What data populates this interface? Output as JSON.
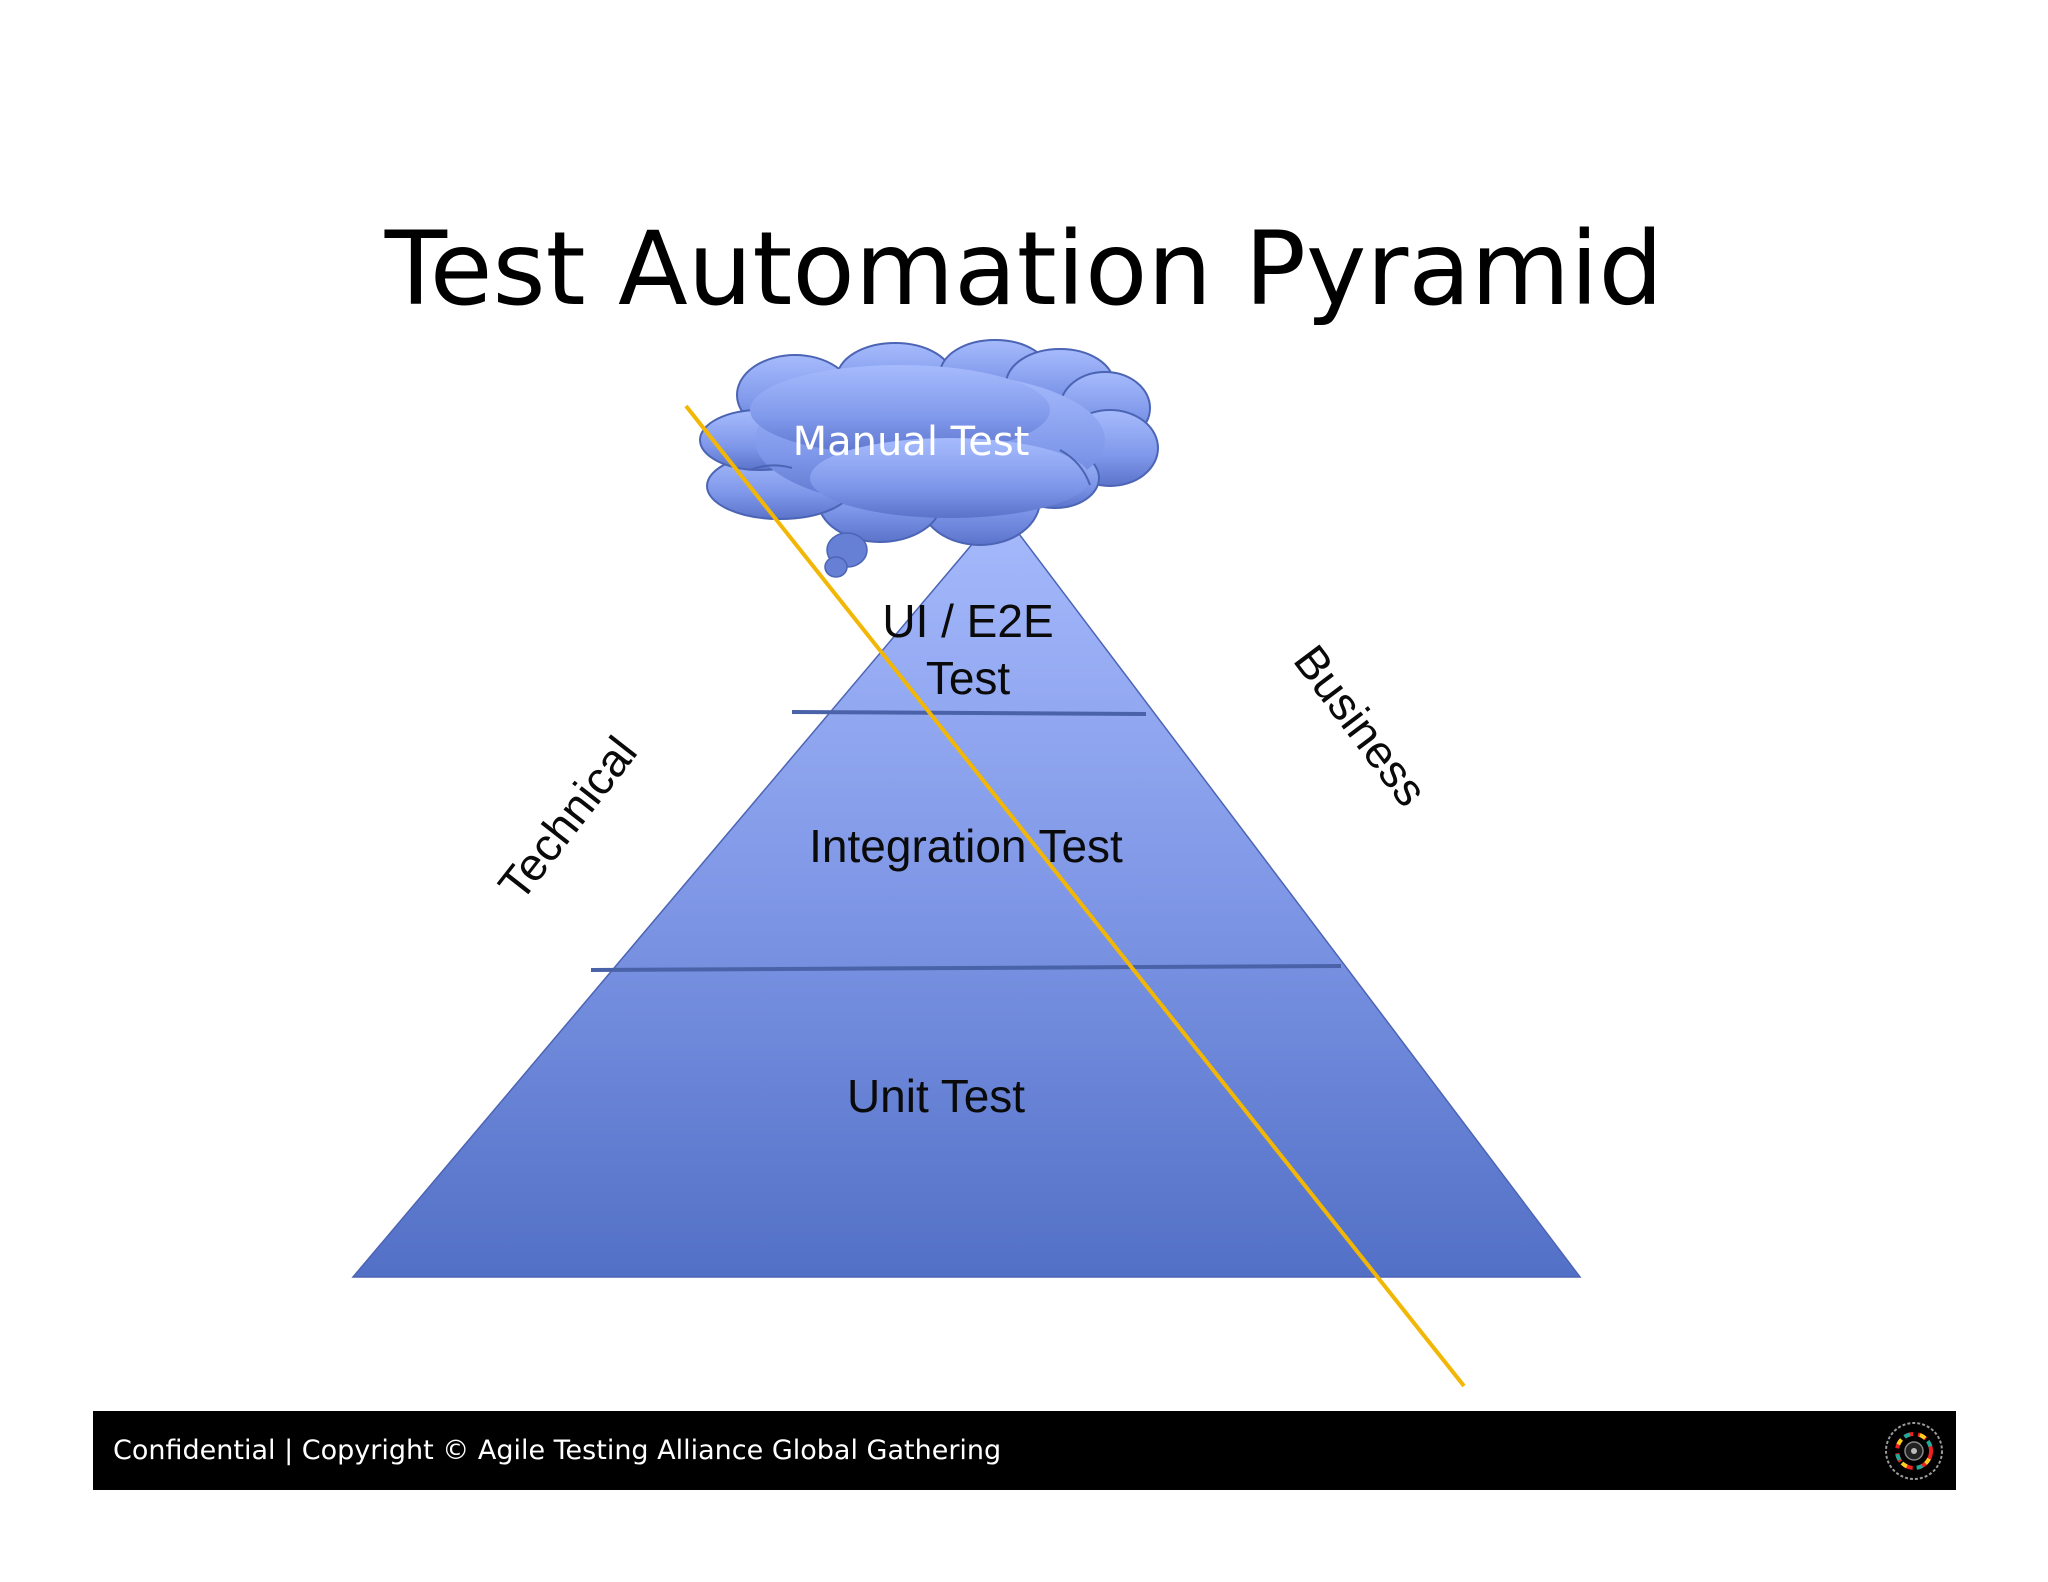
{
  "title": "Test Automation Pyramid",
  "cloud": {
    "label": "Manual Test"
  },
  "tiers": [
    {
      "label_line1": "UI / E2E",
      "label_line2": "Test"
    },
    {
      "label": "Integration Test"
    },
    {
      "label": "Unit Test"
    }
  ],
  "sides": {
    "left": "Technical",
    "right": "Business"
  },
  "footer": {
    "text": "Confidential  |  Copyright © Agile Testing Alliance Global Gathering",
    "logo_icon": "ata-global-gathering-logo"
  },
  "colors": {
    "pyramid_top": "#a4b8fb",
    "pyramid_bottom": "#5470c6",
    "divider": "#4a62a8",
    "cloud_top": "#a5bafc",
    "cloud_bottom": "#5a75cc",
    "diagonal_line": "#f2b705",
    "footer_bg": "#000000"
  }
}
